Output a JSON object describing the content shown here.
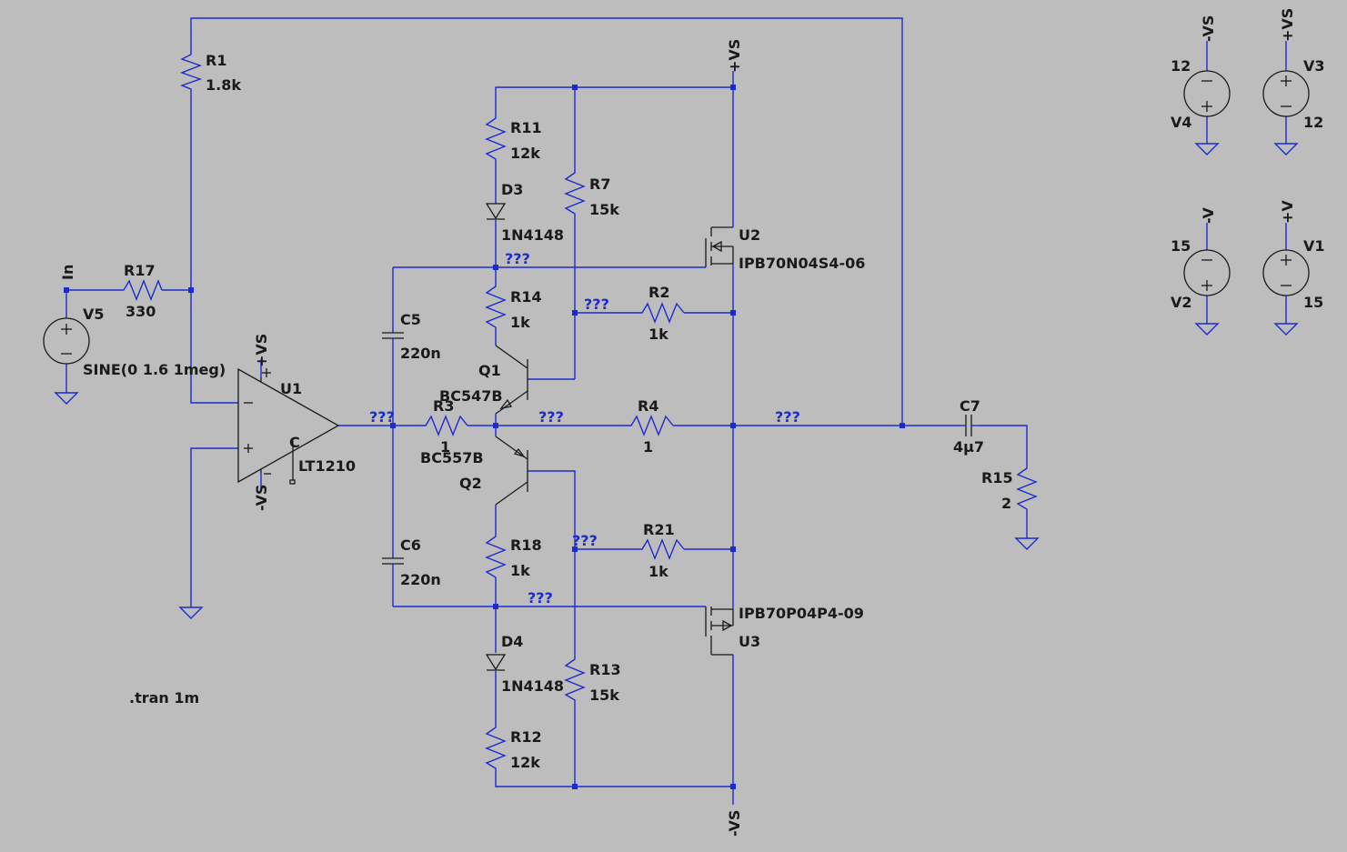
{
  "components": {
    "R1": {
      "ref": "R1",
      "value": "1.8k"
    },
    "R17": {
      "ref": "R17",
      "value": "330"
    },
    "R11": {
      "ref": "R11",
      "value": "12k"
    },
    "R7": {
      "ref": "R7",
      "value": "15k"
    },
    "R14": {
      "ref": "R14",
      "value": "1k"
    },
    "R2": {
      "ref": "R2",
      "value": "1k"
    },
    "R3": {
      "ref": "R3",
      "value": "1"
    },
    "R4": {
      "ref": "R4",
      "value": "1"
    },
    "R18": {
      "ref": "R18",
      "value": "1k"
    },
    "R21": {
      "ref": "R21",
      "value": "1k"
    },
    "R13": {
      "ref": "R13",
      "value": "15k"
    },
    "R12": {
      "ref": "R12",
      "value": "12k"
    },
    "R15": {
      "ref": "R15",
      "value": "2"
    },
    "C5": {
      "ref": "C5",
      "value": "220n"
    },
    "C6": {
      "ref": "C6",
      "value": "220n"
    },
    "C7": {
      "ref": "C7",
      "value": "4µ7"
    },
    "D3": {
      "ref": "D3",
      "value": "1N4148"
    },
    "D4": {
      "ref": "D4",
      "value": "1N4148"
    },
    "Q1": {
      "ref": "Q1",
      "value": "BC547B"
    },
    "Q2": {
      "ref": "Q2",
      "value": "BC557B"
    },
    "U1": {
      "ref": "U1",
      "value": "LT1210"
    },
    "U2": {
      "ref": "U2",
      "value": "IPB70N04S4-06"
    },
    "U3": {
      "ref": "U3",
      "value": "IPB70P04P4-09"
    },
    "V1": {
      "ref": "V1",
      "value": "15"
    },
    "V2": {
      "ref": "V2",
      "value": "15"
    },
    "V3": {
      "ref": "V3",
      "value": "12"
    },
    "V4": {
      "ref": "V4",
      "value": "12"
    },
    "V5": {
      "ref": "V5",
      "value": "SINE(0 1.6 1meg)"
    }
  },
  "net_labels": {
    "in": "In",
    "plus_vs": "+VS",
    "minus_vs": "-VS",
    "plus_v": "+V",
    "minus_v": "-V",
    "unknown": "???"
  },
  "directive": ".tran 1m",
  "colors": {
    "background": "#bdbdbd",
    "wire": "#1c2bd0",
    "component": "#1a1a1a"
  }
}
